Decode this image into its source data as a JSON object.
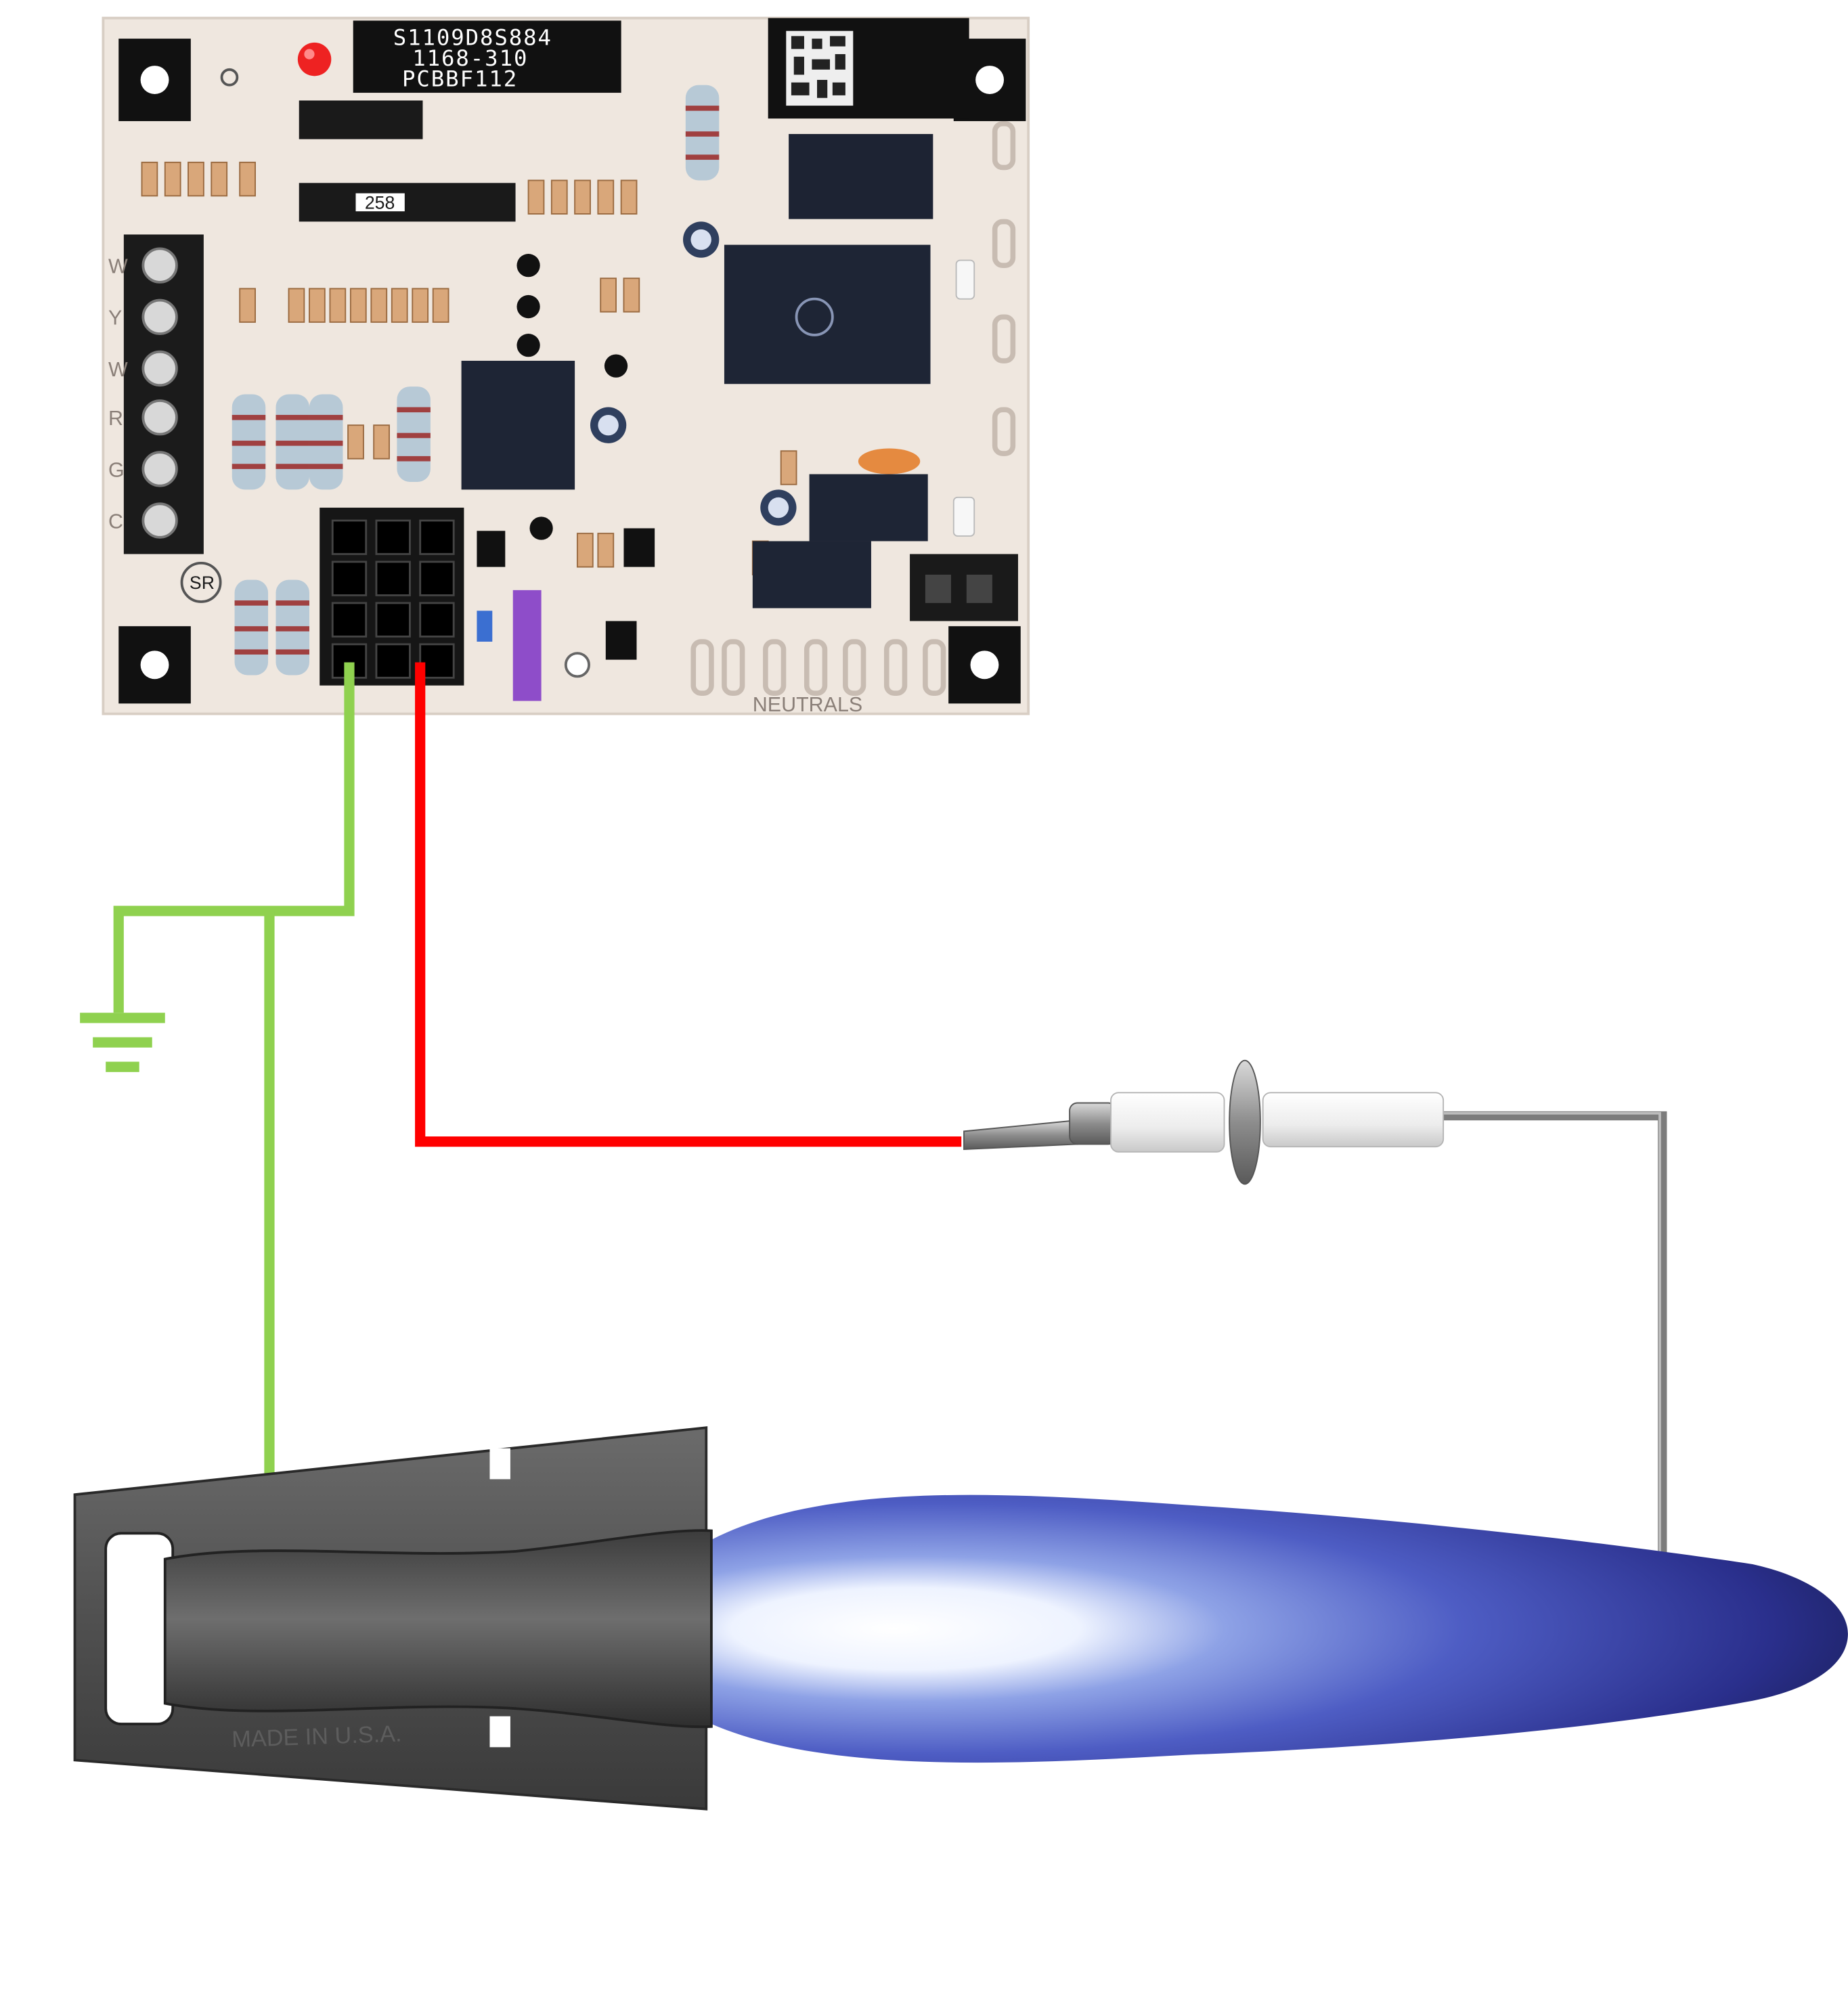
{
  "control_board": {
    "label_line_1": "S1109D8S884",
    "label_line_2": "1168-310",
    "label_line_3": "PCBBF112",
    "chip_label": "258",
    "terminal_letters": [
      "W",
      "Y",
      "W",
      "R",
      "G",
      "C"
    ],
    "bottom_silk_label": "NEUTRALS",
    "cert_mark": "SR"
  },
  "burner": {
    "engraved_text": "MADE IN U.S.A."
  },
  "colors": {
    "ground_wire": "#8fd14f",
    "sense_wire": "#ff0000",
    "board_base": "#efe7df",
    "flame_outer": "#2b2f8a",
    "flame_core": "#f4f6ff",
    "burner_metal": "#4a4a4a"
  },
  "icons": {
    "ground_symbol": "ground-icon"
  }
}
